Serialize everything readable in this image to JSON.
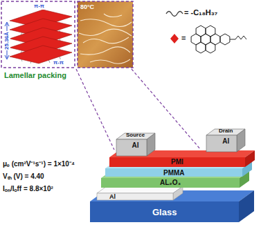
{
  "diagram": {
    "nodes": [
      {
        "text": [
          "Source",
          "Al"
        ]
      },
      {
        "text": [
          "Drain",
          "Al"
        ]
      },
      {
        "text": [
          "PMI"
        ]
      },
      {
        "text": [
          "PMMA"
        ]
      },
      {
        "text": [
          "AL₂O₃"
        ]
      },
      {
        "text": [
          "Al"
        ]
      },
      {
        "text": [
          "Glass"
        ]
      }
    ],
    "labels": [
      "25.36Å",
      "π-π",
      "π-π",
      "80°C",
      "Lamellar packing",
      "μₑ (cm²V⁻¹s⁻¹) = 1×10⁻⁴",
      "Vₜₕ (V) = 4.40",
      "Iₒₙ/Iₒff = 8.8×10²"
    ],
    "legend": [
      {
        "text": "= -C₁₈H₃₇"
      },
      {
        "text": "="
      }
    ]
  }
}
